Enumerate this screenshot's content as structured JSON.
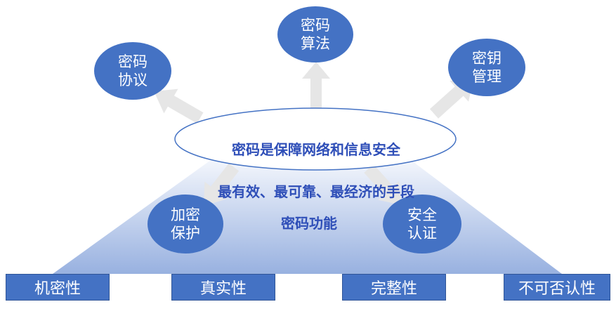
{
  "center": {
    "line1": "密码是保障网络和信息安全",
    "line2": "最有效、最可靠、最经济的手段"
  },
  "function_label": "密码功能",
  "nodes": {
    "algorithm": "密码\n算法",
    "protocol": "密码\n协议",
    "key_mgmt": "密钥\n管理",
    "encryption": "加密\n保护",
    "authentication": "安全\n认证"
  },
  "properties": [
    "机密性",
    "真实性",
    "完整性",
    "不可否认性"
  ],
  "colors": {
    "node_fill": "#4472c4",
    "text_accent": "#2f4fb8",
    "arrow_fill": "#e6e6e6",
    "triangle_top": "#f3f6fc",
    "triangle_bottom": "#98b1e0"
  }
}
